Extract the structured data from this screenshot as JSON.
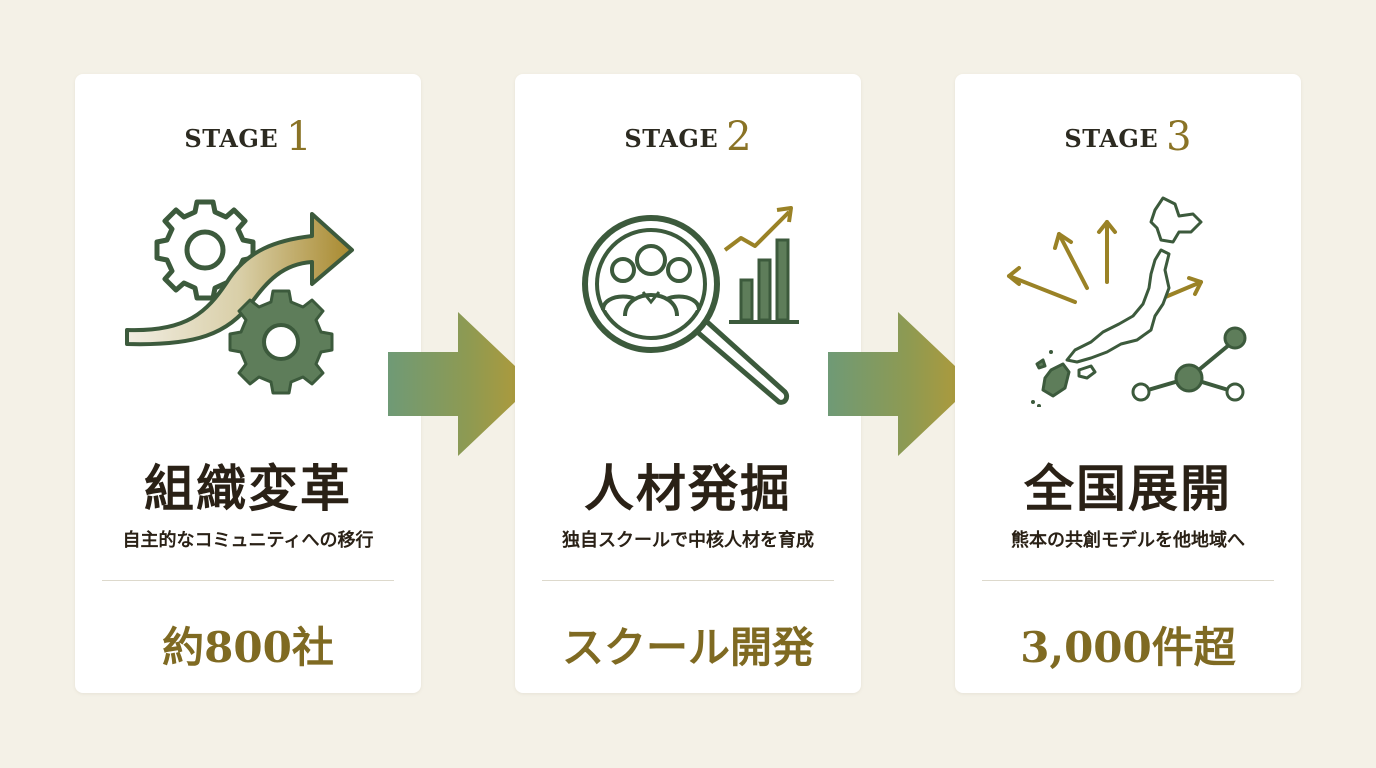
{
  "colors": {
    "background": "#f4f1e7",
    "card": "#ffffff",
    "dark_green": "#3c5a3c",
    "sage_green": "#5e7d5a",
    "gold": "#8a7326",
    "text_dark": "#2a2116"
  },
  "stages": [
    {
      "label": "STAGE",
      "number": "1",
      "icon": "gears-arrow-icon",
      "title": "組織変革",
      "subtitle": "自主的なコミュニティへの移行",
      "stat": "約800社"
    },
    {
      "label": "STAGE",
      "number": "2",
      "icon": "talent-search-icon",
      "title": "人材発掘",
      "subtitle": "独自スクールで中核人材を育成",
      "stat": "スクール開発"
    },
    {
      "label": "STAGE",
      "number": "3",
      "icon": "japan-map-expansion-icon",
      "title": "全国展開",
      "subtitle": "熊本の共創モデルを他地域へ",
      "stat": "3,000件超"
    }
  ],
  "connectors": [
    "right-arrow-icon",
    "right-arrow-icon"
  ]
}
